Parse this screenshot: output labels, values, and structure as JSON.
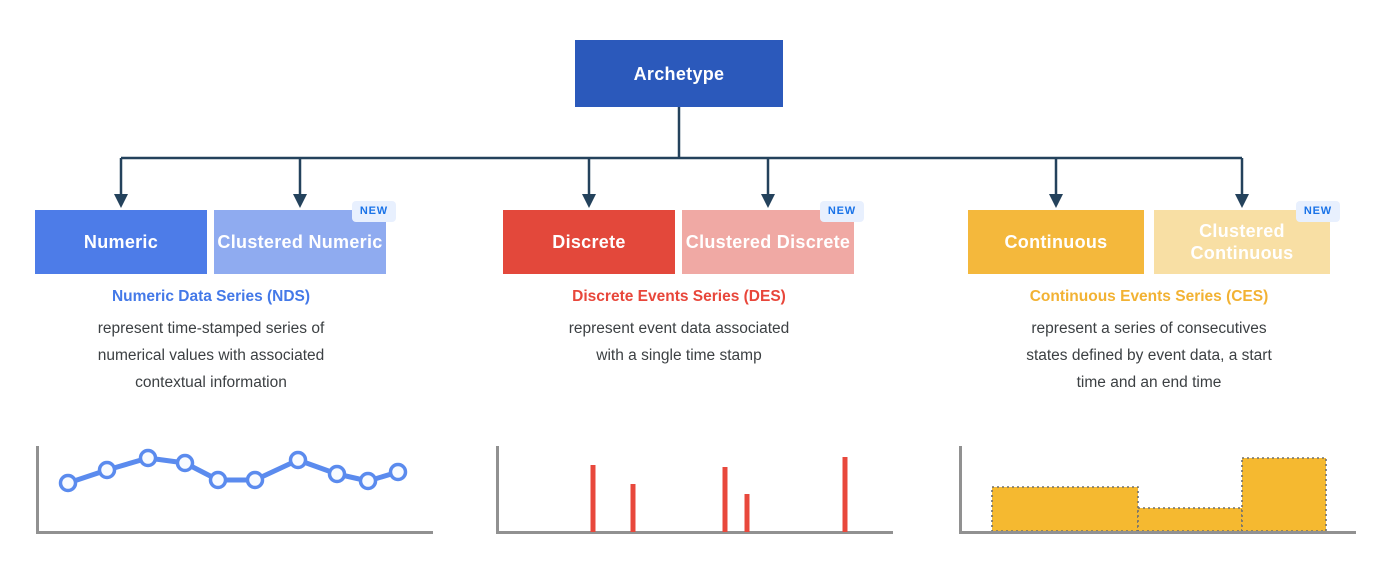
{
  "root": {
    "label": "Archetype"
  },
  "badge": {
    "label": "NEW"
  },
  "colors": {
    "root_bg": "#2b59bb",
    "connector": "#24425c",
    "badge_bg": "#e8f0fe",
    "badge_text": "#1a73e8",
    "body_text": "#3c4043",
    "axis": "#919191"
  },
  "groups": [
    {
      "name": "numeric",
      "boxes": [
        {
          "label": "Numeric",
          "bg": "#4d7ce8",
          "new": false
        },
        {
          "label": "Clustered Numeric",
          "bg": "#8fabf0",
          "new": true
        }
      ],
      "heading": "Numeric Data Series (NDS)",
      "heading_color": "#4479e8",
      "description_lines": [
        "represent time-stamped series of",
        "numerical values with associated",
        "contextual information"
      ],
      "chart": {
        "type": "line",
        "color": "#5b8bee",
        "point_fill": "#f8fbff",
        "points": [
          [
            38,
            40
          ],
          [
            77,
            27
          ],
          [
            118,
            15
          ],
          [
            155,
            20
          ],
          [
            188,
            37
          ],
          [
            225,
            37
          ],
          [
            268,
            17
          ],
          [
            307,
            31
          ],
          [
            338,
            38
          ],
          [
            368,
            29
          ]
        ]
      }
    },
    {
      "name": "discrete",
      "boxes": [
        {
          "label": "Discrete",
          "bg": "#e3483b",
          "new": false
        },
        {
          "label": "Clustered Discrete",
          "bg": "#f0a9a4",
          "new": true
        }
      ],
      "heading": "Discrete Events Series (DES)",
      "heading_color": "#e8463a",
      "description_lines": [
        "represent event data associated",
        "with a single time stamp"
      ],
      "chart": {
        "type": "spikes",
        "color": "#e8483c",
        "spikes": [
          [
            103,
            67
          ],
          [
            143,
            48
          ],
          [
            235,
            65
          ],
          [
            257,
            38
          ],
          [
            355,
            75
          ]
        ]
      }
    },
    {
      "name": "continuous",
      "boxes": [
        {
          "label": "Continuous",
          "bg": "#f4b83c",
          "new": false
        },
        {
          "label": "Clustered Continuous",
          "bg": "#f8dfa4",
          "new": true
        }
      ],
      "heading": "Continuous Events Series (CES)",
      "heading_color": "#f2b233",
      "description_lines": [
        "represent a series of consecutives",
        "states defined by event data, a start",
        "time and an end time"
      ],
      "chart": {
        "type": "blocks",
        "color": "#f5b930",
        "border": "#707070",
        "blocks": [
          [
            39,
            146,
            44
          ],
          [
            185,
            104,
            23
          ],
          [
            289,
            84,
            73
          ]
        ]
      }
    }
  ]
}
